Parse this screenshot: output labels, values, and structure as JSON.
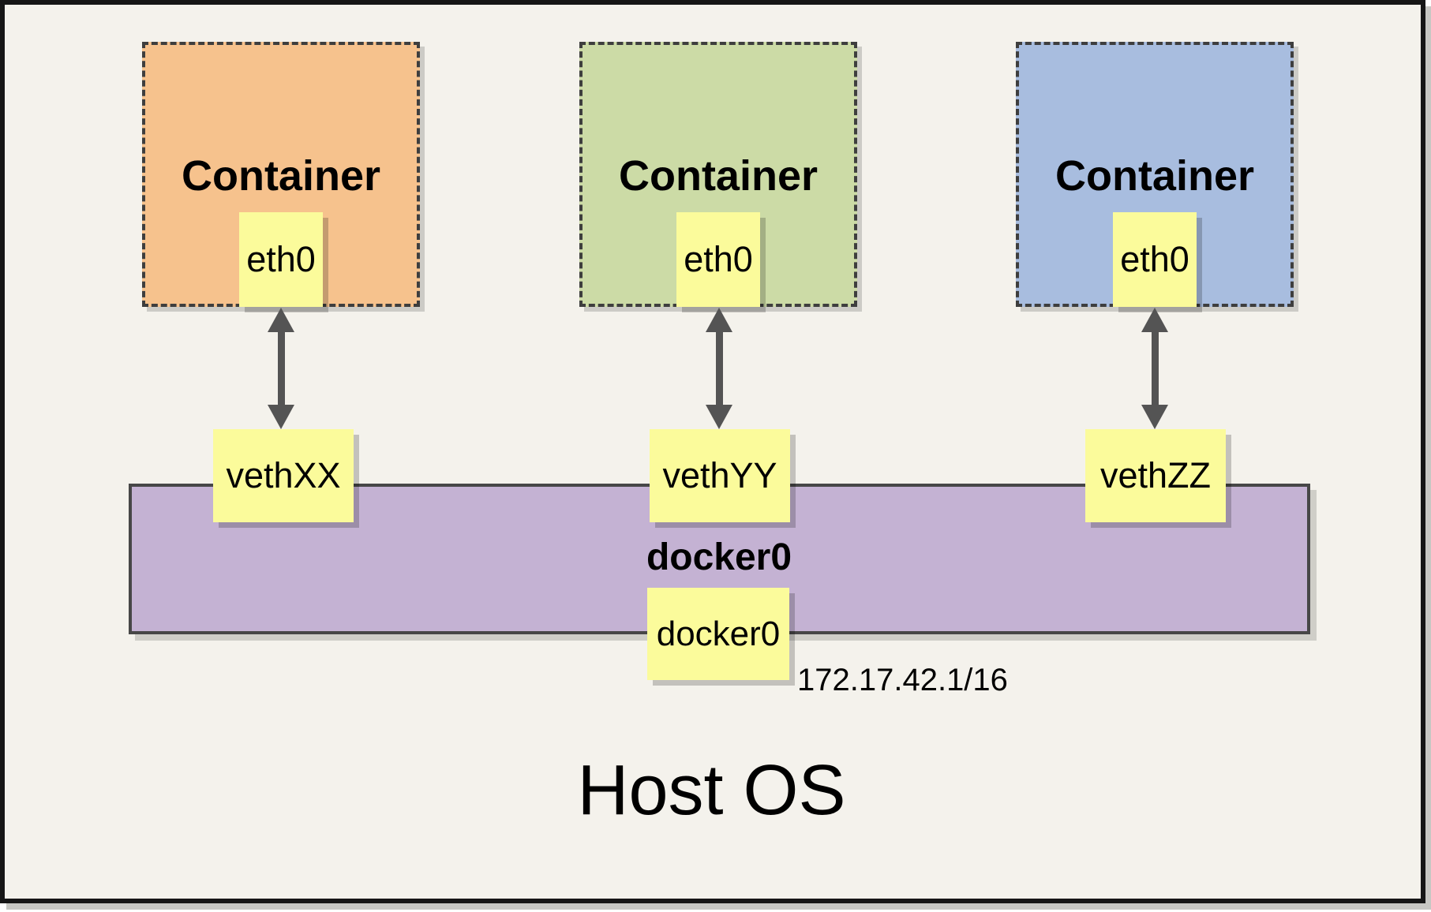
{
  "diagram": {
    "host": {
      "label": "Host OS"
    },
    "bridge": {
      "label": "docker0",
      "interface_label": "docker0",
      "ip": "172.17.42.1/16",
      "fill": "#c4b2d3"
    },
    "containers": [
      {
        "title": "Container",
        "interface_label": "eth0",
        "veth_label": "vethXX",
        "fill": "#f6c28d"
      },
      {
        "title": "Container",
        "interface_label": "eth0",
        "veth_label": "vethYY",
        "fill": "#ccdba6"
      },
      {
        "title": "Container",
        "interface_label": "eth0",
        "veth_label": "vethZZ",
        "fill": "#a8bddf"
      }
    ],
    "colors": {
      "host_fill": "#f4f2ec",
      "interface_fill": "#fbfb9b",
      "dashed_border": "#3e3e3e",
      "arrow": "#545454",
      "frame_border": "#161616"
    }
  }
}
